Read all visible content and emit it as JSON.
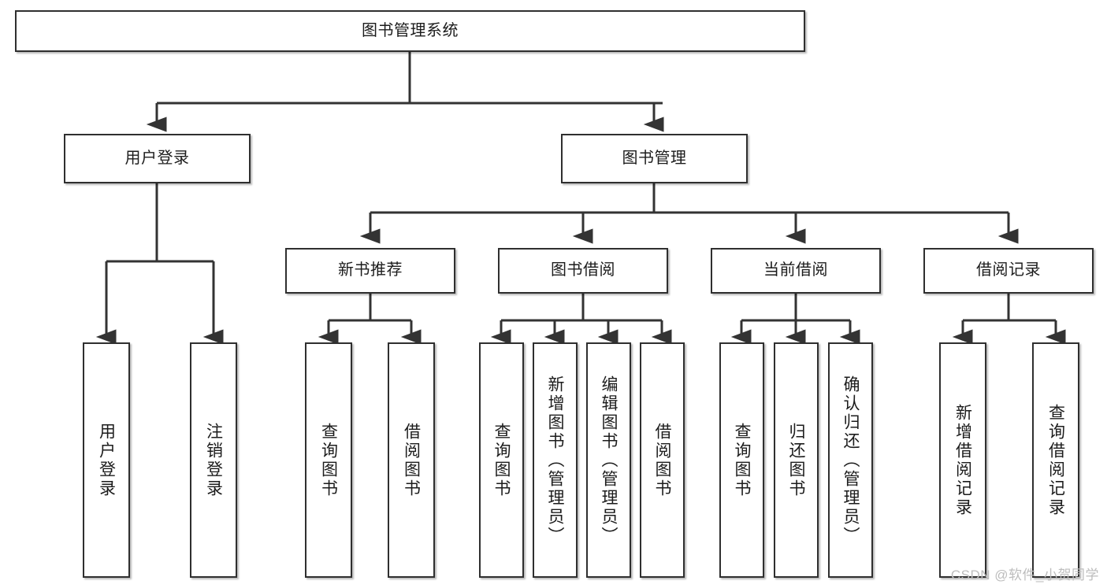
{
  "diagram": {
    "type": "tree-hierarchy",
    "title": "图书管理系统",
    "root": {
      "id": "root",
      "label": "图书管理系统"
    },
    "level2": [
      {
        "id": "user-login",
        "label": "用户登录"
      },
      {
        "id": "book-manage",
        "label": "图书管理"
      }
    ],
    "level3": [
      {
        "id": "new-book-recommend",
        "label": "新书推荐",
        "parent": "book-manage"
      },
      {
        "id": "book-borrow",
        "label": "图书借阅",
        "parent": "book-manage"
      },
      {
        "id": "current-borrow",
        "label": "当前借阅",
        "parent": "book-manage"
      },
      {
        "id": "borrow-record",
        "label": "借阅记录",
        "parent": "book-manage"
      }
    ],
    "leaves": [
      {
        "id": "leaf-user-login",
        "label": "用户登录",
        "parent": "user-login"
      },
      {
        "id": "leaf-user-logout",
        "label": "注销登录",
        "parent": "user-login"
      },
      {
        "id": "leaf-query-book-1",
        "label": "查询图书",
        "parent": "new-book-recommend"
      },
      {
        "id": "leaf-borrow-book-1",
        "label": "借阅图书",
        "parent": "new-book-recommend"
      },
      {
        "id": "leaf-query-book-2",
        "label": "查询图书",
        "parent": "book-borrow"
      },
      {
        "id": "leaf-add-book",
        "label": "新增图书（管理员）",
        "parent": "book-borrow"
      },
      {
        "id": "leaf-edit-book",
        "label": "编辑图书（管理员）",
        "parent": "book-borrow"
      },
      {
        "id": "leaf-borrow-book-2",
        "label": "借阅图书",
        "parent": "book-borrow"
      },
      {
        "id": "leaf-query-book-3",
        "label": "查询图书",
        "parent": "current-borrow"
      },
      {
        "id": "leaf-return-book",
        "label": "归还图书",
        "parent": "current-borrow"
      },
      {
        "id": "leaf-confirm-return",
        "label": "确认归还（管理员）",
        "parent": "current-borrow"
      },
      {
        "id": "leaf-add-record",
        "label": "新增借阅记录",
        "parent": "borrow-record"
      },
      {
        "id": "leaf-query-record",
        "label": "查询借阅记录",
        "parent": "borrow-record"
      }
    ],
    "watermark": "CSDN @软件_小贺同学",
    "colors": {
      "box_border": "#2f2f2f",
      "box_fill": "#ffffff",
      "connector": "#333333",
      "text": "#1c1c1c",
      "watermark": "#bdbdbd",
      "background": "#ffffff"
    }
  }
}
